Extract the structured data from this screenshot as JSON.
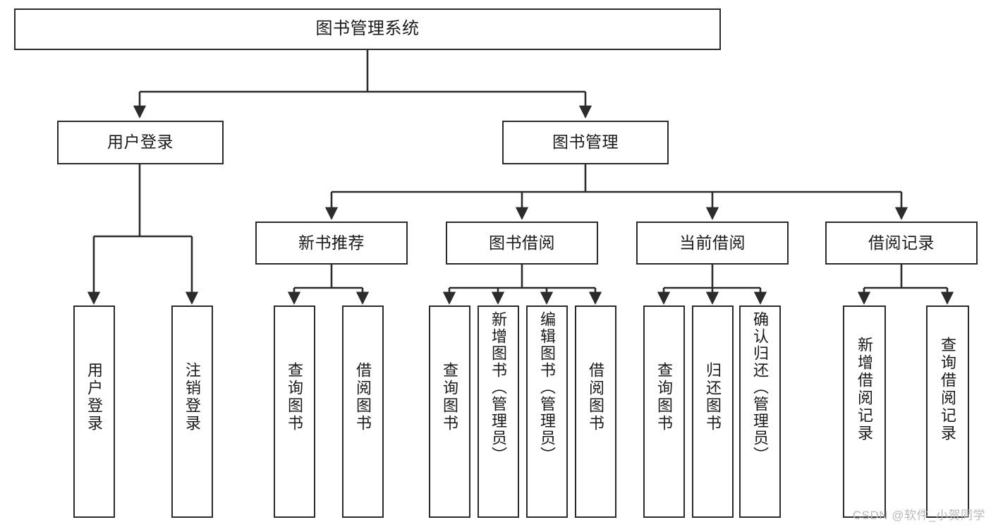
{
  "diagram": {
    "title": "图书管理系统",
    "type": "tree-hierarchy-chart",
    "colors": {
      "box_border": "#2b2b2b",
      "box_fill": "#ffffff",
      "edge": "#2b2b2b",
      "text": "#1a1a1a",
      "watermark": "#b9b9b9",
      "background": "#ffffff"
    },
    "root": {
      "id": "root",
      "label": "图书管理系统"
    },
    "level2": [
      {
        "id": "user-login",
        "label": "用户登录"
      },
      {
        "id": "book-manage",
        "label": "图书管理"
      }
    ],
    "level3": [
      {
        "id": "new-book-rec",
        "label": "新书推荐",
        "parent": "book-manage"
      },
      {
        "id": "book-borrow",
        "label": "图书借阅",
        "parent": "book-manage"
      },
      {
        "id": "current-borrow",
        "label": "当前借阅",
        "parent": "book-manage"
      },
      {
        "id": "borrow-record",
        "label": "借阅记录",
        "parent": "book-manage"
      }
    ],
    "leaves": [
      {
        "id": "leaf-user-login",
        "label": "用户登录",
        "parent": "user-login"
      },
      {
        "id": "leaf-user-logout",
        "label": "注销登录",
        "parent": "user-login"
      },
      {
        "id": "leaf-query-book-1",
        "label": "查询图书",
        "parent": "new-book-rec"
      },
      {
        "id": "leaf-borrow-book-1",
        "label": "借阅图书",
        "parent": "new-book-rec"
      },
      {
        "id": "leaf-query-book-2",
        "label": "查询图书",
        "parent": "book-borrow"
      },
      {
        "id": "leaf-add-book",
        "label": "新增图书（管理员）",
        "parent": "book-borrow"
      },
      {
        "id": "leaf-edit-book",
        "label": "编辑图书（管理员）",
        "parent": "book-borrow"
      },
      {
        "id": "leaf-borrow-book-2",
        "label": "借阅图书",
        "parent": "book-borrow"
      },
      {
        "id": "leaf-query-book-3",
        "label": "查询图书",
        "parent": "current-borrow"
      },
      {
        "id": "leaf-return-book",
        "label": "归还图书",
        "parent": "current-borrow"
      },
      {
        "id": "leaf-confirm-return",
        "label": "确认归还（管理员）",
        "parent": "current-borrow"
      },
      {
        "id": "leaf-add-record",
        "label": "新增借阅记录",
        "parent": "borrow-record"
      },
      {
        "id": "leaf-query-record",
        "label": "查询借阅记录",
        "parent": "borrow-record"
      }
    ]
  },
  "watermark": {
    "text": "CSDN @软件_小贺同学"
  }
}
